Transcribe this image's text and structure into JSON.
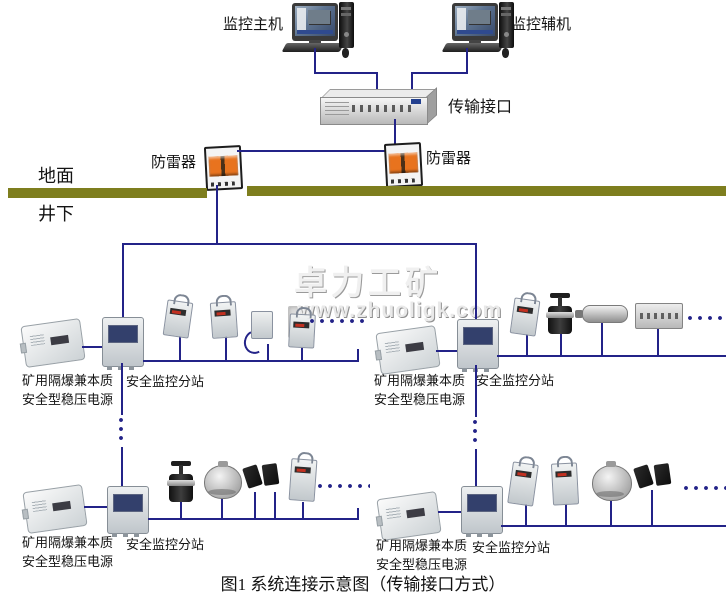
{
  "colors": {
    "line": "#232388",
    "surface_bar": "#7e7e1e",
    "accent_orange": "#e8731e"
  },
  "top": {
    "host_label": "监控主机",
    "aux_label": "监控辅机",
    "interface_label": "传输接口",
    "arrester_left_label": "防雷器",
    "arrester_right_label": "防雷器"
  },
  "surface": {
    "ground_label": "地面",
    "underground_label": "井下"
  },
  "watermark": {
    "brand": "卓力工矿",
    "url": "www.zhuoligk.com"
  },
  "groups": [
    {
      "power_line1": "矿用隔爆兼本质",
      "power_line2": "安全型稳压电源",
      "station": "安全监控分站"
    },
    {
      "power_line1": "矿用隔爆兼本质",
      "power_line2": "安全型稳压电源",
      "station": "安全监控分站"
    },
    {
      "power_line1": "矿用隔爆兼本质",
      "power_line2": "安全型稳压电源",
      "station": "安全监控分站"
    },
    {
      "power_line1": "矿用隔爆兼本质",
      "power_line2": "安全型稳压电源",
      "station": "安全监控分站"
    }
  ],
  "caption": "图1 系统连接示意图（传输接口方式）"
}
